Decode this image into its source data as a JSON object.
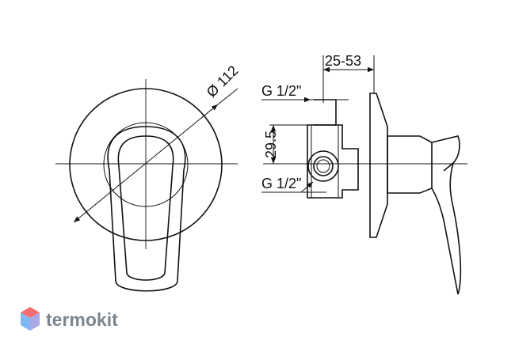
{
  "front_view": {
    "diameter_label": "Ø 112"
  },
  "side_view": {
    "depth_label": "25-53",
    "thread_top_label": "G 1/2\"",
    "thread_bottom_label": "G 1/2\"",
    "height_label": "29.5"
  },
  "watermark": {
    "brand": "termokit",
    "colors": {
      "logo_top": "#f36f6f",
      "logo_left": "#7fb8f0",
      "logo_right": "#a9a9e6",
      "text": "#7a8590"
    }
  }
}
